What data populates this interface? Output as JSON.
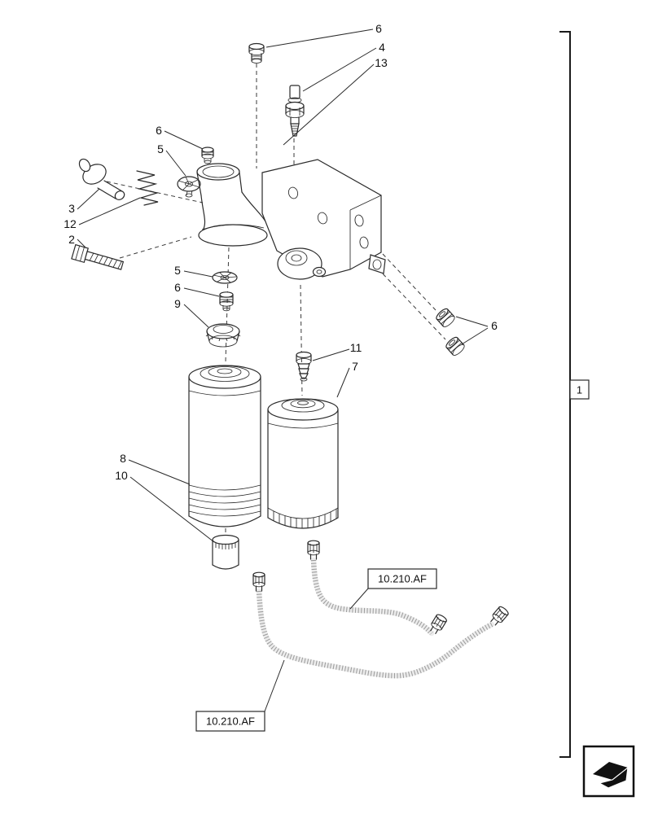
{
  "diagram": {
    "type": "exploded-parts-diagram",
    "accent_color": "#1a1a1a",
    "callouts": [
      {
        "id": "top-plug",
        "label": "6"
      },
      {
        "id": "sensor",
        "label": "4"
      },
      {
        "id": "sensor-assembly",
        "label": "13"
      },
      {
        "id": "left-plug",
        "label": "6"
      },
      {
        "id": "handwheel",
        "label": "5"
      },
      {
        "id": "drain-knob",
        "label": "3"
      },
      {
        "id": "spring",
        "label": "12"
      },
      {
        "id": "bolt",
        "label": "2"
      },
      {
        "id": "washer",
        "label": "5"
      },
      {
        "id": "mid-plug",
        "label": "6"
      },
      {
        "id": "seal-ring",
        "label": "9"
      },
      {
        "id": "side-plugs",
        "label": "6"
      },
      {
        "id": "hose-fitting",
        "label": "11"
      },
      {
        "id": "right-filter",
        "label": "7"
      },
      {
        "id": "left-filter",
        "label": "8"
      },
      {
        "id": "collector-cup",
        "label": "10"
      }
    ],
    "refs": {
      "frame": "1",
      "pipe_top": "10.210.AF",
      "pipe_bottom": "10.210.AF"
    }
  }
}
